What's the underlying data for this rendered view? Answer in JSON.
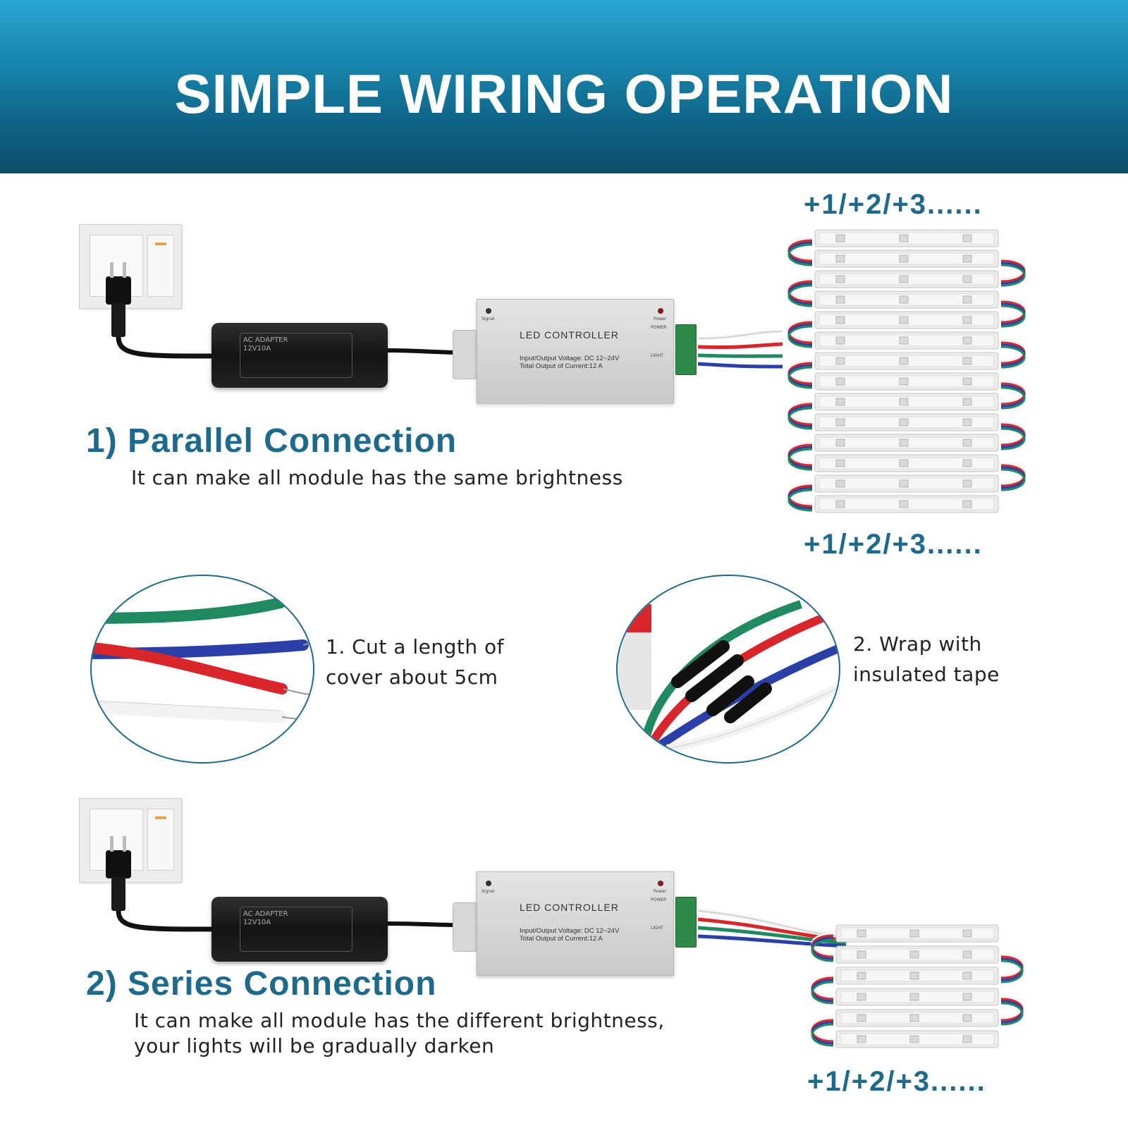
{
  "banner": {
    "title": "SIMPLE WIRING OPERATION"
  },
  "parallel": {
    "heading": "1) Parallel Connection",
    "description": "It can make all module has the same brightness",
    "count_label_top": "+1/+2/+3......",
    "count_label_bottom": "+1/+2/+3......"
  },
  "steps": {
    "step1_line1": "1. Cut a length of",
    "step1_line2": "cover about 5cm",
    "step2_line1": "2. Wrap with",
    "step2_line2": "insulated tape"
  },
  "series": {
    "heading": "2) Series Connection",
    "description_line1": "It can make all module has the different brightness,",
    "description_line2": "your lights will be gradually darken",
    "count_label": "+1/+2/+3......"
  },
  "controller": {
    "title": "LED CONTROLLER",
    "spec_line1": "Input/Output Voltage: DC 12~24V",
    "spec_line2": "Total Output of Current:12 A",
    "signal_label": "Signal",
    "power_label": "Power",
    "terminal_power_label": "POWER",
    "terminal_light_label": "LIGHT"
  },
  "adapter": {
    "label_line1": "AC ADAPTER",
    "label_line2": "12V10A"
  },
  "colors": {
    "accent": "#1d6a8d",
    "banner_top": "#2aa6d3",
    "banner_bottom": "#0b4d68",
    "wire_green": "#1f8a5f",
    "wire_red": "#d8262b",
    "wire_blue": "#2a3fa8",
    "wire_white": "#f2f2f2",
    "terminal_green": "#2f8a4a"
  },
  "icons": {
    "wall_socket": "wall-socket-icon",
    "power_adapter": "power-adapter-icon",
    "led_controller": "led-controller-icon",
    "led_module": "led-module-icon"
  }
}
